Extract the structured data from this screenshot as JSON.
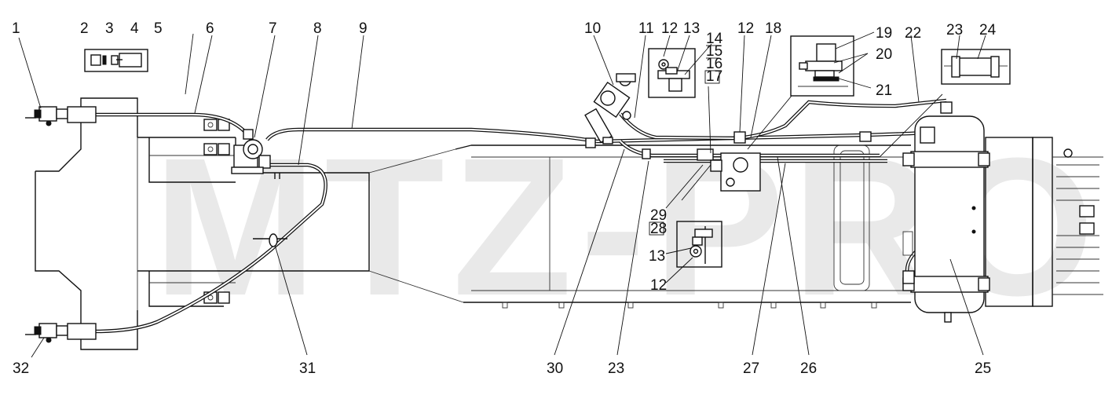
{
  "watermark": "MTZ-PRO",
  "callouts": {
    "c1": "1",
    "c2": "2",
    "c3": "3",
    "c4": "4",
    "c5": "5",
    "c6": "6",
    "c7": "7",
    "c8": "8",
    "c9": "9",
    "c10": "10",
    "c11": "11",
    "c12a": "12",
    "c13a": "13",
    "c14": "14",
    "c15": "15",
    "c16": "16",
    "c17": "17",
    "c12b": "12",
    "c18": "18",
    "c19": "19",
    "c20": "20",
    "c21": "21",
    "c22": "22",
    "c23a": "23",
    "c24": "24",
    "c29": "29",
    "c28": "28",
    "c13b": "13",
    "c12c": "12",
    "c32": "32",
    "c31": "31",
    "c30": "30",
    "c23b": "23",
    "c27": "27",
    "c26": "26",
    "c25": "25"
  }
}
